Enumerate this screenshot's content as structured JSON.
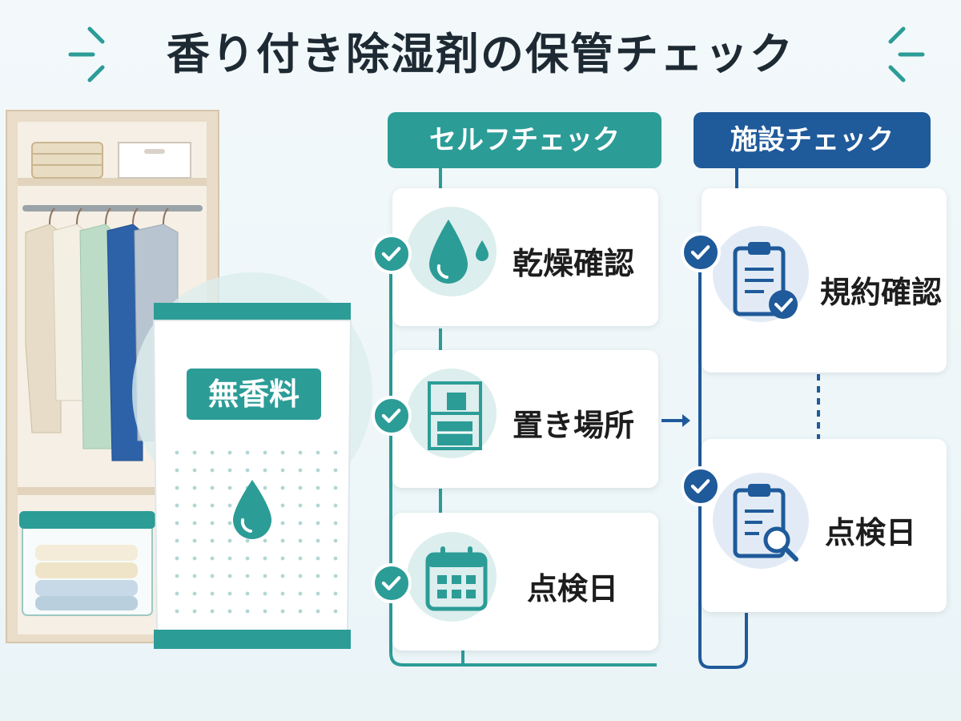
{
  "title": "香り付き除湿剤の保管チェック",
  "colors": {
    "teal": "#2c9c97",
    "teal_light": "#dceeed",
    "navy": "#1f5a9a",
    "navy_light": "#e2ebf5"
  },
  "package": {
    "label": "無香料",
    "icon": "water-drop-icon"
  },
  "self_check": {
    "header": "セルフチェック",
    "items": [
      {
        "label": "乾燥確認",
        "icon": "water-drop-icon"
      },
      {
        "label": "置き場所",
        "icon": "shelf-icon"
      },
      {
        "label": "点検日",
        "icon": "calendar-icon"
      }
    ]
  },
  "facility_check": {
    "header": "施設チェック",
    "items": [
      {
        "label": "規約確認",
        "icon": "clipboard-check-icon"
      },
      {
        "label": "点検日",
        "icon": "clipboard-search-icon"
      }
    ]
  }
}
